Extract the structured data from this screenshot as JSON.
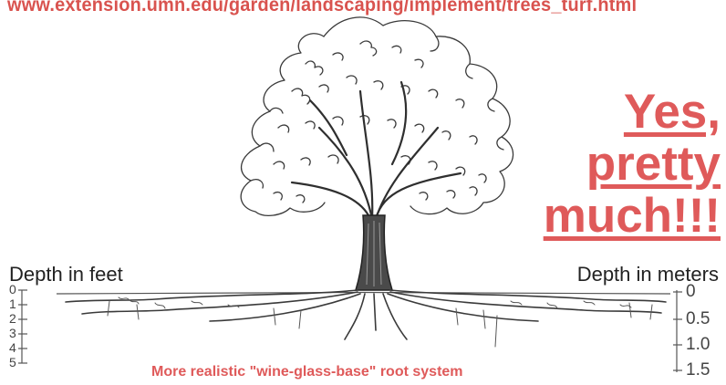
{
  "source_url": "www.extension.umn.edu/garden/landscaping/implement/trees_turf.html",
  "callout": [
    "Yes,",
    "pretty",
    "much!!!"
  ],
  "depth_left": {
    "label": "Depth in feet",
    "ticks": [
      "0",
      "1",
      "2",
      "3",
      "4",
      "5"
    ]
  },
  "depth_right": {
    "label": "Depth in meters",
    "ticks": [
      "0",
      "0.5",
      "1.0",
      "1.5"
    ]
  },
  "caption": "More realistic \"wine-glass-base\" root system",
  "colors": {
    "accent": "#df5a5a",
    "ink": "#3a3a3a"
  }
}
